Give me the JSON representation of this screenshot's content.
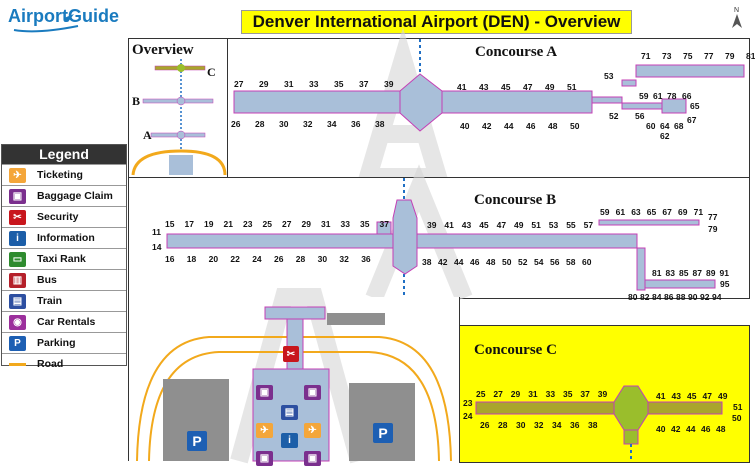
{
  "logo": {
    "text": "AirportGuide"
  },
  "title": "Denver International Airport (DEN) - Overview",
  "compass": "N",
  "overview": {
    "title": "Overview",
    "labels": [
      "C",
      "B",
      "A"
    ]
  },
  "legend": {
    "title": "Legend",
    "items": [
      {
        "label": "Ticketing",
        "icon": "ticketing-icon",
        "color": "#f4a63a"
      },
      {
        "label": "Baggage Claim",
        "icon": "baggage-claim-icon",
        "color": "#7b2f8e"
      },
      {
        "label": "Security",
        "icon": "security-icon",
        "color": "#c8161d"
      },
      {
        "label": "Information",
        "icon": "information-icon",
        "color": "#1c5ea8"
      },
      {
        "label": "Taxi Rank",
        "icon": "taxi-icon",
        "color": "#2e8b2e"
      },
      {
        "label": "Bus",
        "icon": "bus-icon",
        "color": "#b5202a"
      },
      {
        "label": "Train",
        "icon": "train-icon",
        "color": "#2d4fa1"
      },
      {
        "label": "Car Rentals",
        "icon": "car-rental-icon",
        "color": "#9c2f9c"
      },
      {
        "label": "Parking",
        "icon": "parking-icon",
        "color": "#1d5fb3"
      },
      {
        "label": "Road",
        "icon": "road-icon",
        "color": "#f2a91c"
      }
    ]
  },
  "concourse_a": {
    "title": "Concourse A",
    "west_top": [
      "27",
      "29",
      "31",
      "33",
      "35",
      "37",
      "39"
    ],
    "west_bottom": [
      "26",
      "28",
      "30",
      "32",
      "34",
      "36",
      "38"
    ],
    "east_top": [
      "41",
      "43",
      "45",
      "47",
      "49",
      "51"
    ],
    "east_bottom": [
      "40",
      "42",
      "44",
      "46",
      "48",
      "50"
    ],
    "far_top": [
      "71",
      "73",
      "75",
      "77",
      "79",
      "81"
    ],
    "misc": [
      "53",
      "52",
      "56",
      "59",
      "61",
      "78",
      "66",
      "65",
      "60",
      "64",
      "68",
      "67",
      "62"
    ]
  },
  "concourse_b": {
    "title": "Concourse B",
    "west_top": [
      "15",
      "17",
      "19",
      "21",
      "23",
      "25",
      "27",
      "29",
      "31",
      "33",
      "35",
      "37"
    ],
    "west_bottom": [
      "16",
      "18",
      "20",
      "22",
      "24",
      "26",
      "28",
      "30",
      "32",
      "36"
    ],
    "ends": [
      "11",
      "14"
    ],
    "east_top": [
      "39",
      "41",
      "43",
      "45",
      "47",
      "49",
      "51",
      "53",
      "55",
      "57"
    ],
    "east_bottom": [
      "38",
      "42",
      "44",
      "46",
      "48",
      "50",
      "52",
      "54",
      "56",
      "58",
      "60"
    ],
    "far_top": [
      "59",
      "61",
      "63",
      "65",
      "67",
      "69",
      "71"
    ],
    "far_right": [
      "77",
      "79"
    ],
    "bottom_right_top": [
      "81",
      "83",
      "85",
      "87",
      "89",
      "91"
    ],
    "bottom_right_bottom": [
      "80",
      "82",
      "84",
      "86",
      "88",
      "90",
      "92",
      "94"
    ],
    "extra": [
      "95"
    ]
  },
  "concourse_c": {
    "title": "Concourse C",
    "west_top": [
      "25",
      "27",
      "29",
      "31",
      "33",
      "35",
      "37",
      "39"
    ],
    "west_bottom": [
      "26",
      "28",
      "30",
      "32",
      "34",
      "36",
      "38"
    ],
    "ends": [
      "23",
      "24"
    ],
    "east_top": [
      "41",
      "43",
      "45",
      "47",
      "49"
    ],
    "east_bottom": [
      "40",
      "42",
      "44",
      "46",
      "48"
    ],
    "far": [
      "51",
      "50"
    ]
  },
  "terminal": {
    "parking_label": "P"
  },
  "colors": {
    "concourse_fill": "#a9bfd9",
    "concourse_outline": "#c43fb5",
    "concourse_c_fill": "#a9a52c",
    "concourse_c_hub": "#9abe2c",
    "concourse_c_bg": "#ffff00",
    "train_line": "#1f6fc4",
    "road": "#f2a91c"
  }
}
